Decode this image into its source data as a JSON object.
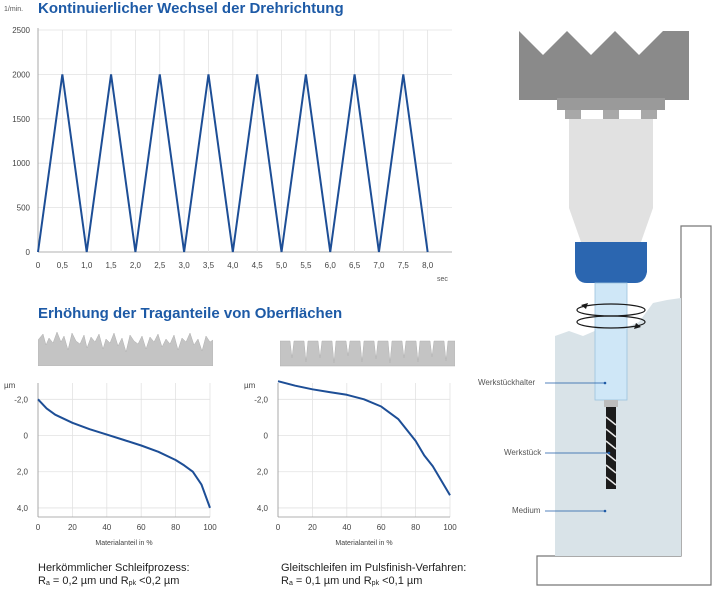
{
  "top_chart": {
    "title": "Kontinuierlicher Wechsel der Drehrichtung",
    "y_unit": "1/min.",
    "x_unit": "sec",
    "y_ticks": [
      "2500",
      "2000",
      "1500",
      "1000",
      "500",
      "0"
    ],
    "x_ticks": [
      "0",
      "0,5",
      "1,0",
      "1,5",
      "2,0",
      "2,5",
      "3,0",
      "3,5",
      "4,0",
      "4,5",
      "5,0",
      "5,5",
      "6,0",
      "6,5",
      "7,0",
      "7,5",
      "8,0"
    ],
    "line_color": "#1d4e96"
  },
  "chart_data": [
    {
      "type": "line",
      "title": "Kontinuierlicher Wechsel der Drehrichtung",
      "xlabel": "sec",
      "ylabel": "1/min.",
      "ylim": [
        0,
        2500
      ],
      "xlim": [
        0,
        8.5
      ],
      "x": [
        0,
        0.5,
        1.0,
        1.5,
        2.0,
        2.5,
        3.0,
        3.5,
        4.0,
        4.5,
        5.0,
        5.5,
        6.0,
        6.5,
        7.0,
        7.5,
        8.0
      ],
      "series": [
        {
          "values": [
            0,
            2000,
            0,
            2000,
            0,
            2000,
            0,
            2000,
            0,
            2000,
            0,
            2000,
            0,
            2000,
            0,
            2000,
            0
          ]
        }
      ],
      "grid": true
    },
    {
      "type": "line",
      "title": "",
      "xlabel": "Materialanteil in %",
      "ylabel": "µm",
      "xlim": [
        0,
        100
      ],
      "ylim": [
        -2.9,
        4.5
      ],
      "x": [
        0,
        5,
        10,
        20,
        30,
        40,
        50,
        60,
        70,
        80,
        85,
        90,
        95,
        100
      ],
      "series": [
        {
          "values": [
            -2.0,
            -1.5,
            -1.15,
            -0.7,
            -0.35,
            -0.05,
            0.25,
            0.55,
            0.9,
            1.35,
            1.65,
            2.0,
            2.7,
            4.0
          ]
        }
      ],
      "grid": true
    },
    {
      "type": "line",
      "title": "",
      "xlabel": "Materialanteil in %",
      "ylabel": "µm",
      "xlim": [
        0,
        100
      ],
      "ylim": [
        -2.9,
        4.5
      ],
      "x": [
        0,
        10,
        20,
        30,
        40,
        50,
        60,
        70,
        80,
        85,
        90,
        95,
        100
      ],
      "series": [
        {
          "values": [
            -3.0,
            -2.75,
            -2.55,
            -2.4,
            -2.25,
            -2.0,
            -1.6,
            -0.9,
            0.3,
            1.1,
            1.7,
            2.5,
            3.3
          ]
        }
      ],
      "grid": true
    }
  ],
  "bottom": {
    "title": "Erhöhung der Traganteile von Oberflächen",
    "y_unit": "µm",
    "y_ticks": [
      "-2,0",
      "0",
      "2,0",
      "4,0"
    ],
    "x_ticks": [
      "0",
      "20",
      "40",
      "60",
      "80",
      "100"
    ],
    "x_label": "Materialanteil in %",
    "left_caption": {
      "line1": "Herkömmlicher Schleifprozess:",
      "ra_sym": "R",
      "ra_sub": "a",
      "ra_val": " = 0,2 µm und ",
      "rpk_sym": "R",
      "rpk_sub": "pk",
      "rpk_val": " <0,2 µm"
    },
    "right_caption": {
      "line1": "Gleitschleifen im Pulsfinish-Verfahren:",
      "ra_sym": "R",
      "ra_sub": "a",
      "ra_val": " = 0,1 µm und ",
      "rpk_sym": "R",
      "rpk_sub": "pk",
      "rpk_val": " <0,1 µm"
    }
  },
  "machine": {
    "labels": {
      "holder": "Werkstückhalter",
      "workpiece": "Werkstück",
      "medium": "Medium"
    },
    "colors": {
      "head": "#8a8a8a",
      "body": "#e1e1e1",
      "chuck": "#2b66b0",
      "holder": "#cfe7f7",
      "medium": "#d9e3e8",
      "accent": "#1d5aa6"
    }
  }
}
